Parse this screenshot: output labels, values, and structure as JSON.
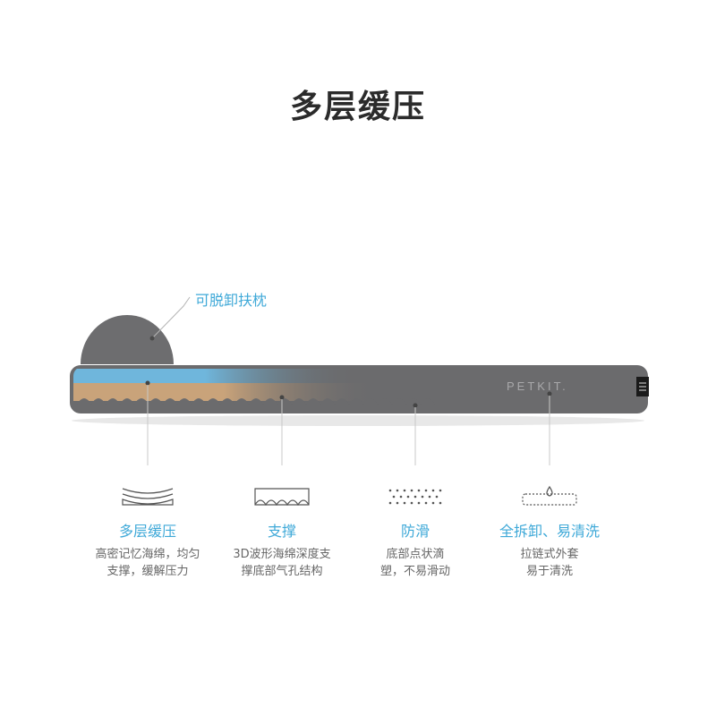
{
  "heading": "多层缓压",
  "callout": "可脱卸扶枕",
  "brand": "PETKIT.",
  "colors": {
    "accent": "#3fa9d8",
    "cushion": "#6b6b6d",
    "foam_blue": "#6fb6dc",
    "foam_tan": "#c9a37a"
  },
  "features": [
    {
      "title": "多层缓压",
      "desc": "高密记忆海绵，均匀\n支撑，缓解压力",
      "icon": "layered-foam-icon"
    },
    {
      "title": "支撑",
      "desc": "3D波形海绵深度支\n撑底部气孔结构",
      "icon": "wave-support-icon"
    },
    {
      "title": "防滑",
      "desc": "底部点状滴\n塑，不易滑动",
      "icon": "anti-slip-dots-icon"
    },
    {
      "title": "全拆卸、易清洗",
      "desc": "拉链式外套\n易于清洗",
      "icon": "zipper-cover-icon"
    }
  ]
}
